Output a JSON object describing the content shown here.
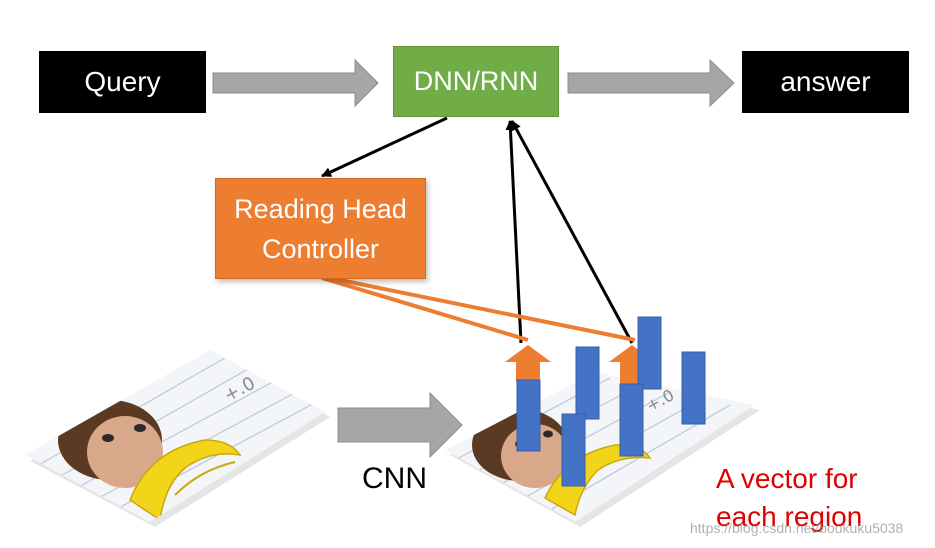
{
  "nodes": {
    "query": "Query",
    "dnn_rnn": "DNN/RNN",
    "answer": "answer",
    "controller_line1": "Reading Head",
    "controller_line2": "Controller"
  },
  "labels": {
    "cnn": "CNN",
    "vector_line1": "A vector for",
    "vector_line2": "each region"
  },
  "watermark": "https://blog.csdn.net/boukuku5038",
  "colors": {
    "black_box": "#000000",
    "green_box": "#70ad47",
    "orange_box": "#ed7d31",
    "vector_bar": "#4472c4",
    "gray_arrow": "#a6a6a6",
    "annotation_red": "#e00000"
  }
}
